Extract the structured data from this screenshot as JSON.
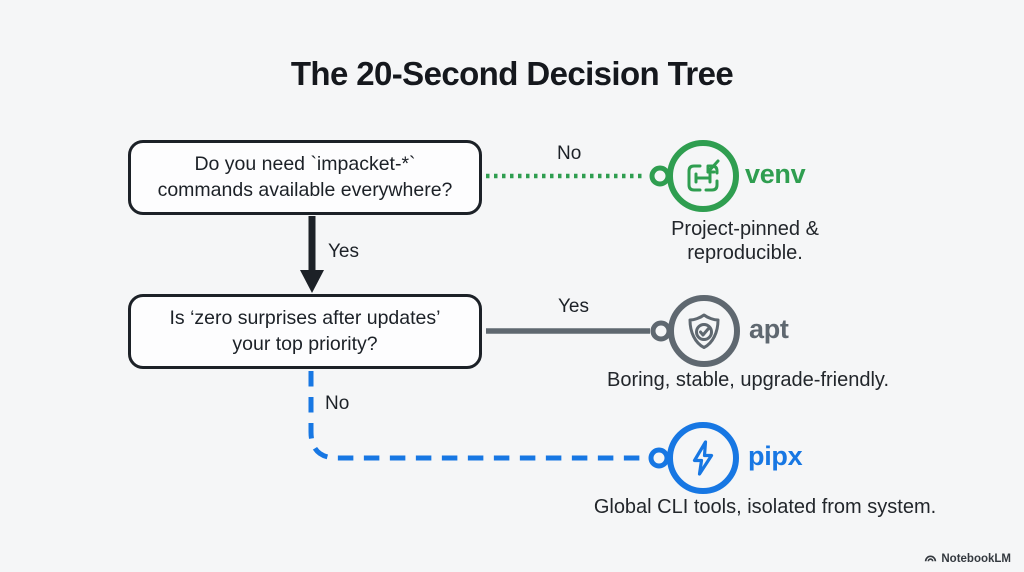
{
  "title": "The 20-Second Decision Tree",
  "questions": [
    {
      "id": "q1",
      "text": "Do you need `impacket-*`\ncommands available everywhere?"
    },
    {
      "id": "q2",
      "text": "Is ‘zero surprises after updates’\nyour top priority?"
    }
  ],
  "edges": [
    {
      "from": "q1",
      "to": "venv",
      "label": "No",
      "style": "dotted",
      "color": "#2f9e50"
    },
    {
      "from": "q1",
      "to": "q2",
      "label": "Yes",
      "style": "solid-arrow",
      "color": "#1c2127"
    },
    {
      "from": "q2",
      "to": "apt",
      "label": "Yes",
      "style": "solid",
      "color": "#5f6870"
    },
    {
      "from": "q2",
      "to": "pipx",
      "label": "No",
      "style": "dashed",
      "color": "#1777e3"
    }
  ],
  "outcomes": [
    {
      "id": "venv",
      "name": "venv",
      "caption": "Project-pinned &\nreproducible.",
      "icon": "package-import-icon",
      "color": "#2f9e50"
    },
    {
      "id": "apt",
      "name": "apt",
      "caption": "Boring, stable, upgrade-friendly.",
      "icon": "shield-check-icon",
      "color": "#5f6870"
    },
    {
      "id": "pipx",
      "name": "pipx",
      "caption": "Global CLI tools, isolated from system.",
      "icon": "lightning-bolt-icon",
      "color": "#1777e3"
    }
  ],
  "watermark": {
    "label": "NotebookLM",
    "icon": "notebooklm-logo-icon"
  },
  "colors": {
    "background": "#f5f6f7",
    "ink": "#1c2127",
    "box_background": "#fdfdfe",
    "green": "#2f9e50",
    "gray": "#5f6870",
    "blue": "#1777e3"
  }
}
